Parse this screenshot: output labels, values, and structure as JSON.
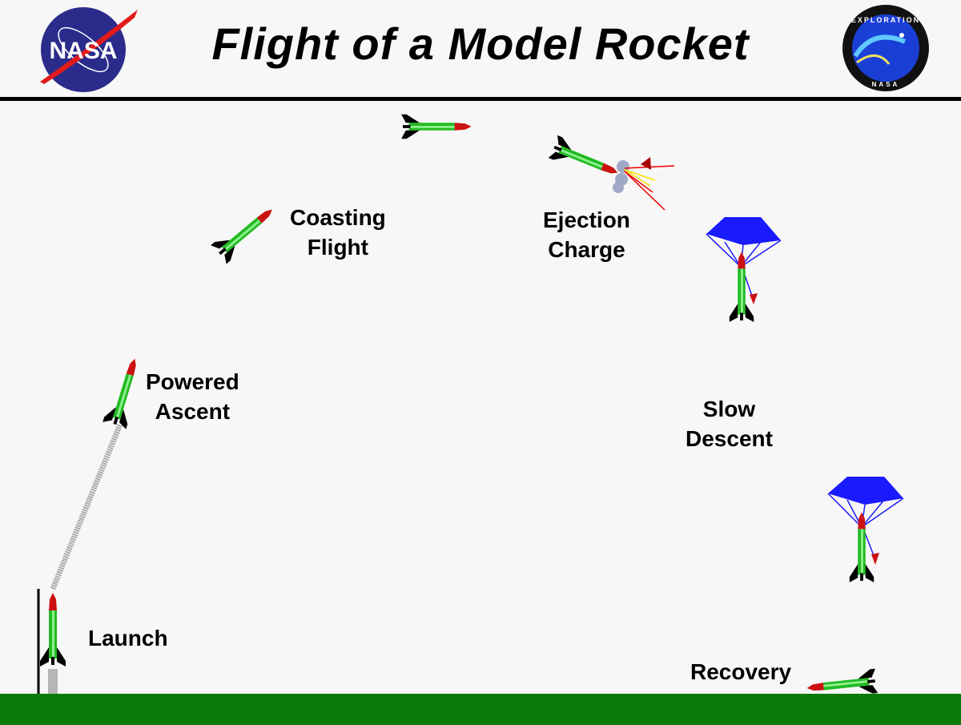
{
  "header": {
    "title": "Flight of a Model Rocket",
    "left_logo": "NASA",
    "right_logo_top": "EXPLORATION",
    "right_logo_bottom": "NASA"
  },
  "stages": [
    {
      "id": "launch",
      "line1": "Launch",
      "line2": ""
    },
    {
      "id": "powered-ascent",
      "line1": "Powered",
      "line2": "Ascent"
    },
    {
      "id": "coasting-flight",
      "line1": "Coasting",
      "line2": "Flight"
    },
    {
      "id": "ejection-charge",
      "line1": "Ejection",
      "line2": "Charge"
    },
    {
      "id": "slow-descent",
      "line1": "Slow",
      "line2": "Descent"
    },
    {
      "id": "recovery",
      "line1": "Recovery",
      "line2": ""
    }
  ],
  "colors": {
    "background": "#f7f7f7",
    "ground": "#0b7a0b",
    "rocket_body": "#22bb22",
    "rocket_nose": "#cc1111",
    "fins": "#000000",
    "parachute": "#1a1aff",
    "nasa_blue": "#2b2b8c"
  }
}
